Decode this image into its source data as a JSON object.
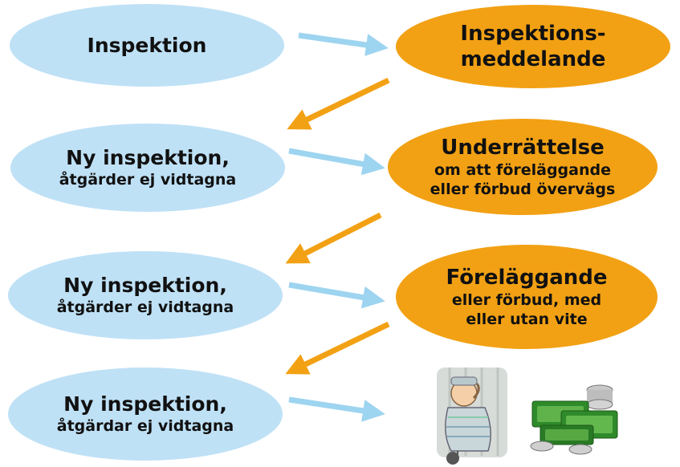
{
  "nodes": {
    "inspection": {
      "line1": "Inspektion"
    },
    "message": {
      "line1": "Inspektions-",
      "line2": "meddelande"
    },
    "new1": {
      "line1": "Ny inspektion,",
      "line2": "åtgärder ej vidtagna"
    },
    "notice": {
      "line1": "Underrättelse",
      "line2": "om att föreläggande",
      "line3": "eller förbud övervägs"
    },
    "new2": {
      "line1": "Ny inspektion,",
      "line2": "åtgärder ej vidtagna"
    },
    "injunction": {
      "line1": "Föreläggande",
      "line2": "eller förbud, med",
      "line3": "eller utan vite"
    },
    "new3": {
      "line1": "Ny inspektion,",
      "line2": "åtgärdar ej vidtagna"
    }
  },
  "colors": {
    "blue_node": "#bfe1f6",
    "orange_node": "#f2a114",
    "blue_arrow": "#9dd4f0",
    "orange_arrow": "#f2a114"
  },
  "illustrations": [
    "prisoner-with-ball-and-chain-icon",
    "money-stack-icon"
  ]
}
